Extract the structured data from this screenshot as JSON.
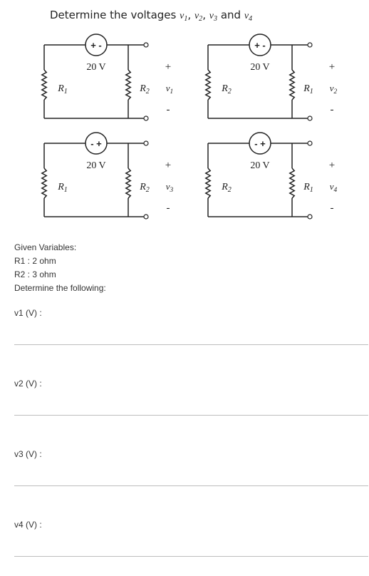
{
  "title": {
    "prefix": "Determine the voltages",
    "vars": [
      "v1",
      "v2",
      "v3",
      "v4"
    ],
    "separator": ",",
    "conjunction": "and"
  },
  "circuits": [
    {
      "source_value": "20 V",
      "source_polarity": [
        "+",
        "-"
      ],
      "left_resistor": "R1",
      "right_resistor": "R2",
      "output_voltage": "v1",
      "output_plus": "+",
      "output_minus": "-"
    },
    {
      "source_value": "20 V",
      "source_polarity": [
        "+",
        "-"
      ],
      "left_resistor": "R2",
      "right_resistor": "R1",
      "output_voltage": "v2",
      "output_plus": "+",
      "output_minus": "-"
    },
    {
      "source_value": "20 V",
      "source_polarity": [
        "-",
        "+"
      ],
      "left_resistor": "R1",
      "right_resistor": "R2",
      "output_voltage": "v3",
      "output_plus": "+",
      "output_minus": "-"
    },
    {
      "source_value": "20 V",
      "source_polarity": [
        "-",
        "+"
      ],
      "left_resistor": "R2",
      "right_resistor": "R1",
      "output_voltage": "v4",
      "output_plus": "+",
      "output_minus": "-"
    }
  ],
  "given": {
    "heading": "Given Variables:",
    "items": [
      "R1 : 2 ohm",
      "R2 : 3 ohm"
    ],
    "instruction": "Determine the following:"
  },
  "answers": [
    {
      "label": "v1 (V) :"
    },
    {
      "label": "v2 (V) :"
    },
    {
      "label": "v3 (V) :"
    },
    {
      "label": "v4 (V) :"
    }
  ]
}
